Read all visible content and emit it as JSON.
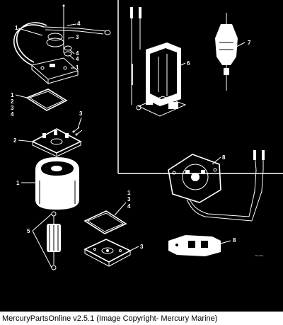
{
  "callouts": {
    "left_1a": "1",
    "left_4a": "4",
    "left_3a": "3",
    "left_4b": "4",
    "left_4c": "4",
    "left_1b": "1",
    "stack1_a": "1",
    "stack1_b": "2",
    "stack1_c": "3",
    "stack1_d": "4",
    "left_3b": "3",
    "left_2": "2",
    "left_1c": "1",
    "stack2_a": "1",
    "stack2_b": "3",
    "stack2_c": "4",
    "left_5": "5",
    "left_3c": "3",
    "right_6": "6",
    "right_7": "7",
    "right_8a": "8",
    "right_8b": "8"
  },
  "diagram_mark": "VIII-1001",
  "caption": "MercuryPartsOnline v2.5.1 (Image Copyright- Mercury Marine)"
}
